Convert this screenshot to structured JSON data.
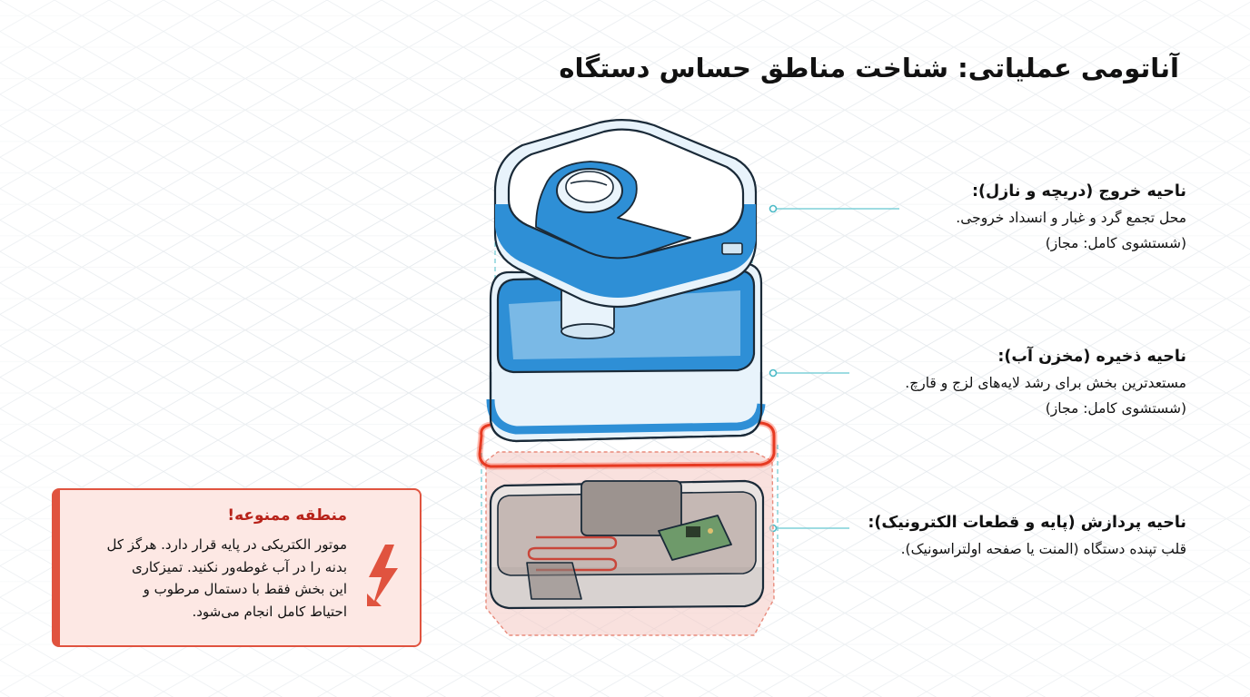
{
  "title": "آناتومی عملیاتی: شناخت مناطق حساس دستگاه",
  "callouts": {
    "outlet": {
      "heading": "ناحیه خروج (دریچه و نازل):",
      "line1": "محل تجمع گرد و غبار و انسداد خروجی.",
      "line2": "(شستشوی کامل: مجاز)"
    },
    "tank": {
      "heading": "ناحیه ذخیره (مخزن آب):",
      "line1": "مستعدترین بخش برای رشد لایه‌های لزج و قارچ.",
      "line2": "(شستشوی کامل: مجاز)"
    },
    "base": {
      "heading": "ناحیه پردازش (پایه و قطعات الکترونیک):",
      "line1": "قلب تپنده دستگاه (المنت یا صفحه اولتراسونیک)."
    }
  },
  "warning": {
    "title": "منطقه ممنوعه!",
    "lines": [
      "موتور الکتریکی در پایه قرار دارد. هرگز کل",
      "بدنه را در آب غوطه‌ور نکنید. تمیزکاری",
      "این بخش فقط با دستمال مرطوب و",
      "احتیاط کامل انجام می‌شود."
    ]
  },
  "icons": {
    "warning": "lightning-bolt-icon"
  },
  "colors": {
    "water_blue": "#2e8fd6",
    "body_light": "#e8f3fb",
    "danger_red": "#e0533f",
    "guide_teal": "#7fd0d8"
  }
}
